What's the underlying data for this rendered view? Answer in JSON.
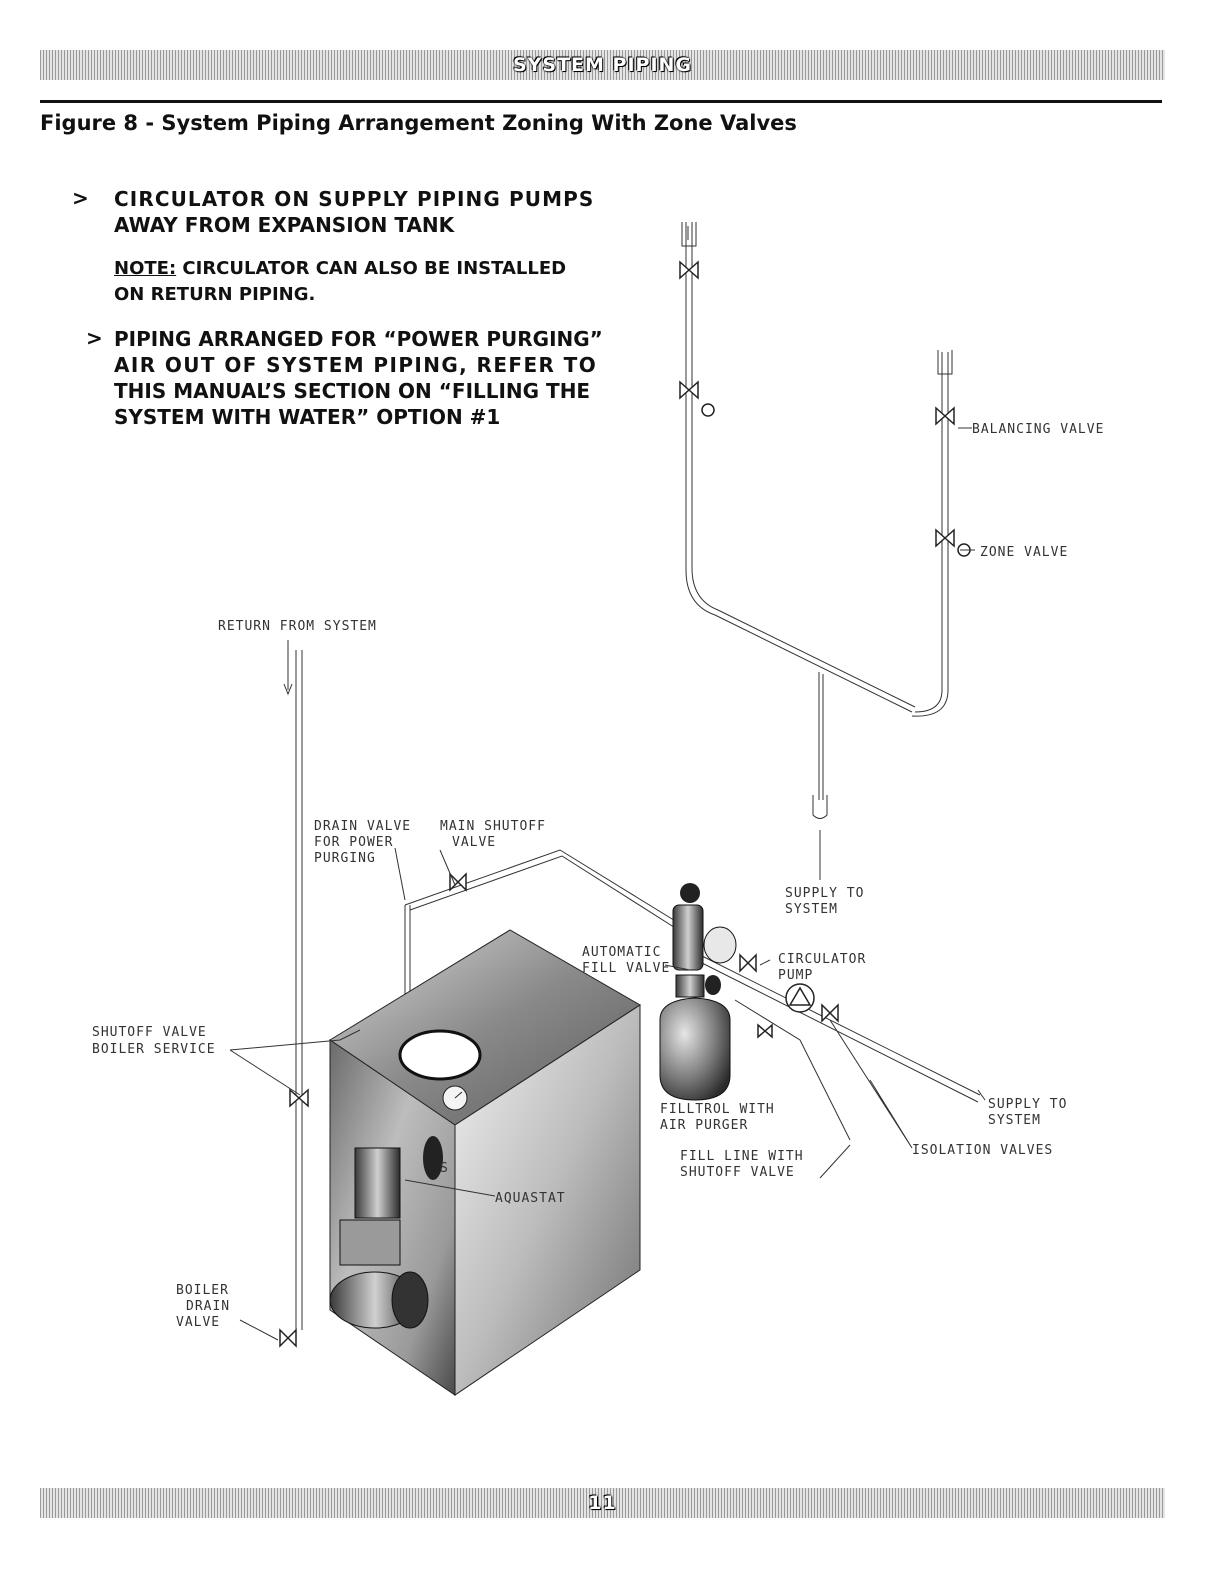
{
  "header": {
    "title": "SYSTEM PIPING"
  },
  "figure": {
    "caption": "Figure 8 - System Piping Arrangement Zoning With Zone Valves"
  },
  "notes": {
    "bullet1_line1": "CIRCULATOR ON SUPPLY PIPING PUMPS",
    "bullet1_line2": "AWAY FROM EXPANSION TANK",
    "note_label": "NOTE:",
    "note_line1": " CIRCULATOR CAN ALSO BE INSTALLED",
    "note_line2": "ON RETURN PIPING.",
    "bullet2_line1": "PIPING ARRANGED FOR “POWER PURGING”",
    "bullet2_line2": "AIR OUT OF SYSTEM PIPING, REFER TO",
    "bullet2_line3": "THIS MANUAL’S SECTION ON “FILLING THE",
    "bullet2_line4": "SYSTEM WITH WATER” OPTION #1",
    "bullet_marker": ">"
  },
  "labels": {
    "balancing_valve": "BALANCING VALVE",
    "zone_valve": "ZONE VALVE",
    "return_from_system": "RETURN FROM SYSTEM",
    "drain_valve_1": "DRAIN VALVE",
    "drain_valve_2": "FOR POWER",
    "drain_valve_3": "PURGING",
    "main_shutoff_1": "MAIN SHUTOFF",
    "main_shutoff_2": "VALVE",
    "supply_to_system_top_1": "SUPPLY TO",
    "supply_to_system_top_2": "SYSTEM",
    "automatic_fill_1": "AUTOMATIC",
    "automatic_fill_2": "FILL VALVE",
    "circulator_1": "CIRCULATOR",
    "circulator_2": "PUMP",
    "shutoff_valve_1": "SHUTOFF VALVE",
    "shutoff_valve_2": "BOILER SERVICE",
    "filltrol_1": "FILLTROL WITH",
    "filltrol_2": "AIR PURGER",
    "supply_to_system_right_1": "SUPPLY TO",
    "supply_to_system_right_2": "SYSTEM",
    "fill_line_1": "FILL LINE WITH",
    "fill_line_2": "SHUTOFF VALVE",
    "isolation_valves": "ISOLATION VALVES",
    "aquastat": "AQUASTAT",
    "boiler_drain_1": "BOILER",
    "boiler_drain_2": "DRAIN",
    "boiler_drain_3": "VALVE",
    "aquastat_s": "S"
  },
  "footer": {
    "page_number": "11"
  }
}
